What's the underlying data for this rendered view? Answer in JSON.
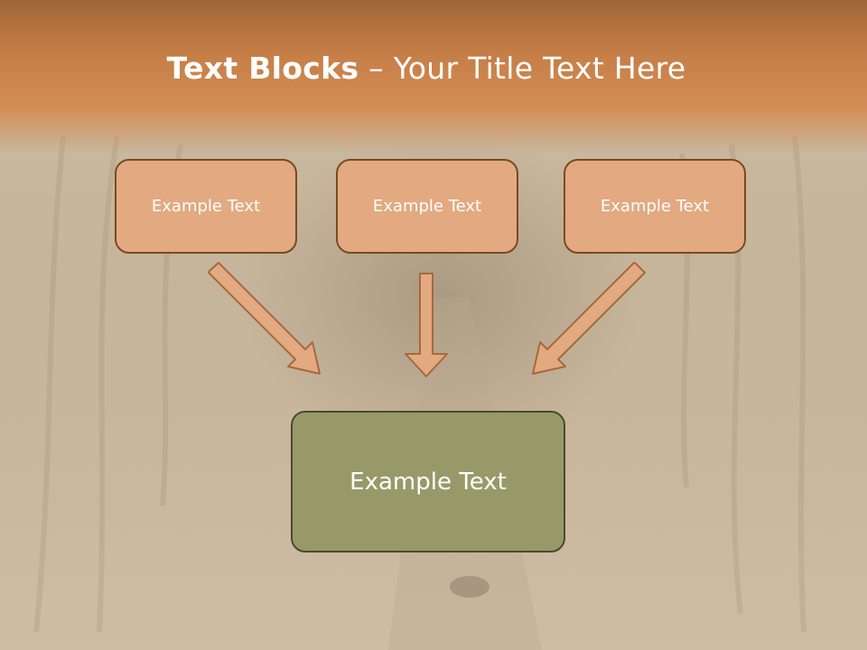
{
  "title": {
    "bold": "Text Blocks",
    "separator": " – ",
    "rest": "Your Title Text Here"
  },
  "boxes": {
    "top_left": "Example Text",
    "top_center": "Example Text",
    "top_right": "Example Text",
    "bottom": "Example Text"
  },
  "colors": {
    "title_band": "#c67e47",
    "top_box_fill": "#e3a980",
    "top_box_border": "#7a4a22",
    "bottom_box_fill": "#979a68",
    "bottom_box_border": "#4a4a2e",
    "arrow_fill": "#e3a980"
  }
}
